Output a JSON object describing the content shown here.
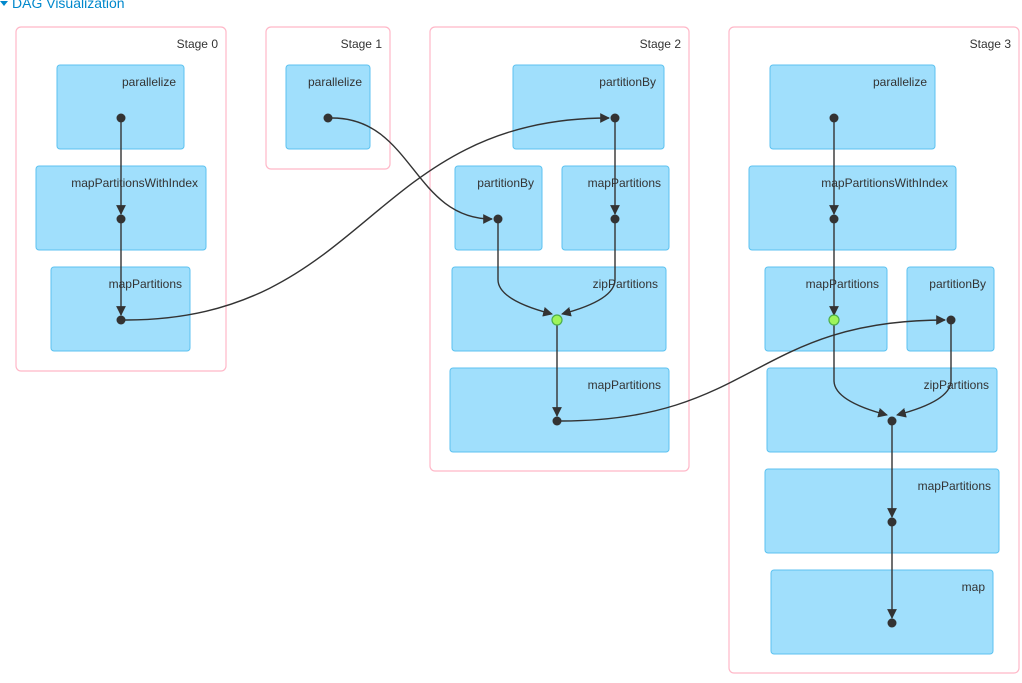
{
  "section": {
    "title": "DAG Visualization"
  },
  "colors": {
    "stage_border": "#ffb8c8",
    "operation_fill": "#a0dffc",
    "operation_border": "#5cc2f0",
    "edge": "#333333",
    "cached_node": "#9ef55a",
    "link": "#0088cc"
  },
  "stages": [
    {
      "label": "Stage 0",
      "operations": [
        {
          "label": "parallelize",
          "cached": false
        },
        {
          "label": "mapPartitionsWithIndex",
          "cached": false
        },
        {
          "label": "mapPartitions",
          "cached": false
        }
      ]
    },
    {
      "label": "Stage 1",
      "operations": [
        {
          "label": "parallelize",
          "cached": false
        }
      ]
    },
    {
      "label": "Stage 2",
      "operations": [
        {
          "label": "partitionBy",
          "cached": false
        },
        {
          "label": "partitionBy",
          "cached": false
        },
        {
          "label": "mapPartitions",
          "cached": false
        },
        {
          "label": "zipPartitions",
          "cached": true
        },
        {
          "label": "mapPartitions",
          "cached": false
        }
      ]
    },
    {
      "label": "Stage 3",
      "operations": [
        {
          "label": "parallelize",
          "cached": false
        },
        {
          "label": "mapPartitionsWithIndex",
          "cached": false
        },
        {
          "label": "mapPartitions",
          "cached": true
        },
        {
          "label": "partitionBy",
          "cached": false
        },
        {
          "label": "zipPartitions",
          "cached": false
        },
        {
          "label": "mapPartitions",
          "cached": false
        },
        {
          "label": "map",
          "cached": false
        }
      ]
    }
  ]
}
